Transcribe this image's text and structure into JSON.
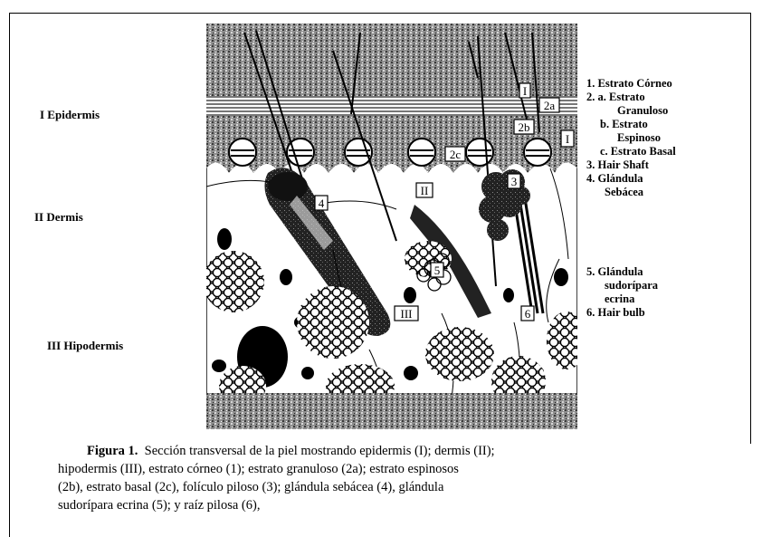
{
  "side_labels": {
    "epidermis": "I Epidermis",
    "dermis": "II Dermis",
    "hipodermis": "III Hipodermis"
  },
  "diagram_tags": {
    "i_top": "I",
    "t2a": "2a",
    "t2b": "2b",
    "t2c": "2c",
    "i_right": "I",
    "ii": "II",
    "t3": "3",
    "t4": "4",
    "t5": "5",
    "iii": "III",
    "t6": "6"
  },
  "legend": {
    "item1": "1. Estrato Córneo",
    "item2a_1": "2. a. Estrato",
    "item2a_2": "Granuloso",
    "item2b_1": "b. Estrato",
    "item2b_2": "Espinoso",
    "item2c": "c. Estrato Basal",
    "item3": "3. Hair Shaft",
    "item4_1": "4. Glándula",
    "item4_2": "Sebácea",
    "item5_1": "5. Glándula",
    "item5_2": "sudorípara",
    "item5_3": "ecrina",
    "item6": "6. Hair bulb"
  },
  "caption": {
    "prefix": "Figura 1.",
    "line1": "Sección transversal de la piel mostrando epidermis (I); dermis (II);",
    "line2": "hipodermis (III), estrato córneo (1); estrato granuloso (2a); estrato espinosos",
    "line3": "(2b), estrato basal (2c), folículo piloso (3); glándula sebácea (4), glándula",
    "line4": "sudorípara ecrina (5); y raíz pilosa (6),"
  }
}
